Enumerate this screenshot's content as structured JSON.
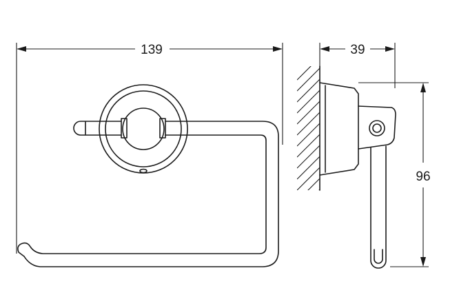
{
  "dimensions": {
    "width": "139",
    "depth": "39",
    "height": "96"
  },
  "colors": {
    "line": "#1a1a1a",
    "background": "#ffffff"
  }
}
